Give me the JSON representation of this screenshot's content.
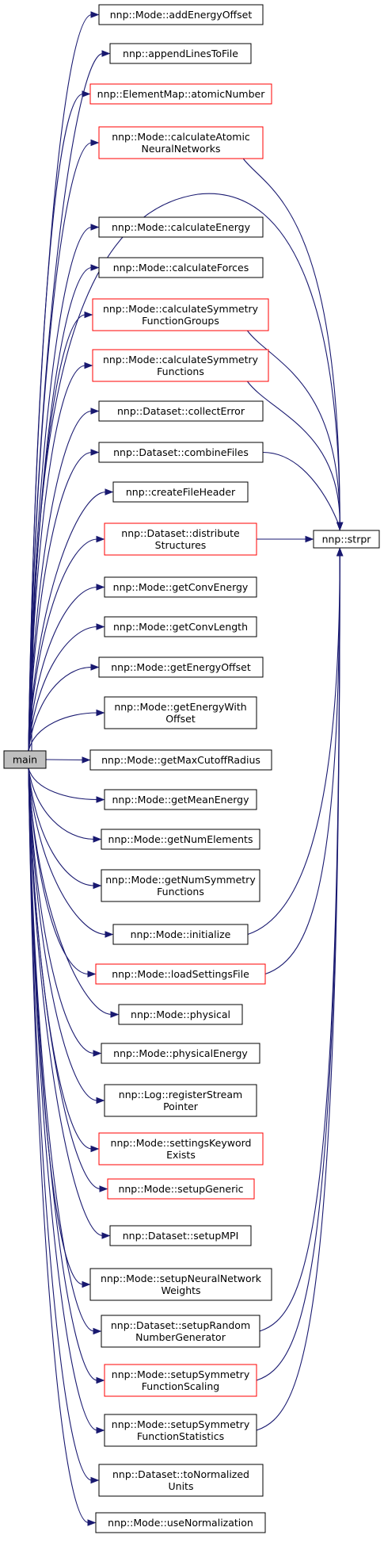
{
  "graph": {
    "root": {
      "id": "main",
      "lines": [
        "main"
      ]
    },
    "target": {
      "id": "strpr",
      "lines": [
        "nnp::strpr"
      ]
    },
    "nodes": [
      {
        "id": "addEnergyOffset",
        "lines": [
          "nnp::Mode::addEnergyOffset"
        ],
        "border": "black",
        "to_strpr": false
      },
      {
        "id": "appendLinesToFile",
        "lines": [
          "nnp::appendLinesToFile"
        ],
        "border": "black",
        "to_strpr": false
      },
      {
        "id": "atomicNumber",
        "lines": [
          "nnp::ElementMap::atomicNumber"
        ],
        "border": "red",
        "to_strpr": false
      },
      {
        "id": "calculateAtomicNeuralNetworks",
        "lines": [
          "nnp::Mode::calculateAtomic",
          "NeuralNetworks"
        ],
        "border": "red",
        "to_strpr": true
      },
      {
        "id": "calculateEnergy",
        "lines": [
          "nnp::Mode::calculateEnergy"
        ],
        "border": "black",
        "to_strpr": false
      },
      {
        "id": "calculateForces",
        "lines": [
          "nnp::Mode::calculateForces"
        ],
        "border": "black",
        "to_strpr": false
      },
      {
        "id": "calculateSymmetryFunctionGroups",
        "lines": [
          "nnp::Mode::calculateSymmetry",
          "FunctionGroups"
        ],
        "border": "red",
        "to_strpr": true
      },
      {
        "id": "calculateSymmetryFunctions",
        "lines": [
          "nnp::Mode::calculateSymmetry",
          "Functions"
        ],
        "border": "red",
        "to_strpr": true
      },
      {
        "id": "collectError",
        "lines": [
          "nnp::Dataset::collectError"
        ],
        "border": "black",
        "to_strpr": false
      },
      {
        "id": "combineFiles",
        "lines": [
          "nnp::Dataset::combineFiles"
        ],
        "border": "black",
        "to_strpr": true
      },
      {
        "id": "createFileHeader",
        "lines": [
          "nnp::createFileHeader"
        ],
        "border": "black",
        "to_strpr": false
      },
      {
        "id": "distributeStructures",
        "lines": [
          "nnp::Dataset::distribute",
          "Structures"
        ],
        "border": "red",
        "to_strpr": true
      },
      {
        "id": "getConvEnergy",
        "lines": [
          "nnp::Mode::getConvEnergy"
        ],
        "border": "black",
        "to_strpr": false
      },
      {
        "id": "getConvLength",
        "lines": [
          "nnp::Mode::getConvLength"
        ],
        "border": "black",
        "to_strpr": false
      },
      {
        "id": "getEnergyOffset",
        "lines": [
          "nnp::Mode::getEnergyOffset"
        ],
        "border": "black",
        "to_strpr": false
      },
      {
        "id": "getEnergyWithOffset",
        "lines": [
          "nnp::Mode::getEnergyWith",
          "Offset"
        ],
        "border": "black",
        "to_strpr": false
      },
      {
        "id": "getMaxCutoffRadius",
        "lines": [
          "nnp::Mode::getMaxCutoffRadius"
        ],
        "border": "black",
        "to_strpr": false
      },
      {
        "id": "getMeanEnergy",
        "lines": [
          "nnp::Mode::getMeanEnergy"
        ],
        "border": "black",
        "to_strpr": false
      },
      {
        "id": "getNumElements",
        "lines": [
          "nnp::Mode::getNumElements"
        ],
        "border": "black",
        "to_strpr": false
      },
      {
        "id": "getNumSymmetryFunctions",
        "lines": [
          "nnp::Mode::getNumSymmetry",
          "Functions"
        ],
        "border": "black",
        "to_strpr": false
      },
      {
        "id": "initialize",
        "lines": [
          "nnp::Mode::initialize"
        ],
        "border": "black",
        "to_strpr": true
      },
      {
        "id": "loadSettingsFile",
        "lines": [
          "nnp::Mode::loadSettingsFile"
        ],
        "border": "red",
        "to_strpr": true
      },
      {
        "id": "physical",
        "lines": [
          "nnp::Mode::physical"
        ],
        "border": "black",
        "to_strpr": false
      },
      {
        "id": "physicalEnergy",
        "lines": [
          "nnp::Mode::physicalEnergy"
        ],
        "border": "black",
        "to_strpr": false
      },
      {
        "id": "registerStreamPointer",
        "lines": [
          "nnp::Log::registerStream",
          "Pointer"
        ],
        "border": "black",
        "to_strpr": false
      },
      {
        "id": "settingsKeywordExists",
        "lines": [
          "nnp::Mode::settingsKeyword",
          "Exists"
        ],
        "border": "red",
        "to_strpr": false
      },
      {
        "id": "setupGeneric",
        "lines": [
          "nnp::Mode::setupGeneric"
        ],
        "border": "red",
        "to_strpr": false
      },
      {
        "id": "setupMPI",
        "lines": [
          "nnp::Dataset::setupMPI"
        ],
        "border": "black",
        "to_strpr": false
      },
      {
        "id": "setupNeuralNetworkWeights",
        "lines": [
          "nnp::Mode::setupNeuralNetwork",
          "Weights"
        ],
        "border": "black",
        "to_strpr": false
      },
      {
        "id": "setupRandomNumberGenerator",
        "lines": [
          "nnp::Dataset::setupRandom",
          "NumberGenerator"
        ],
        "border": "black",
        "to_strpr": true
      },
      {
        "id": "setupSymmetryFunctionScaling",
        "lines": [
          "nnp::Mode::setupSymmetry",
          "FunctionScaling"
        ],
        "border": "red",
        "to_strpr": true
      },
      {
        "id": "setupSymmetryFunctionStatistics",
        "lines": [
          "nnp::Mode::setupSymmetry",
          "FunctionStatistics"
        ],
        "border": "black",
        "to_strpr": true
      },
      {
        "id": "toNormalizedUnits",
        "lines": [
          "nnp::Dataset::toNormalized",
          "Units"
        ],
        "border": "black",
        "to_strpr": false
      },
      {
        "id": "useNormalization",
        "lines": [
          "nnp::Mode::useNormalization"
        ],
        "border": "black",
        "to_strpr": false
      }
    ],
    "direct_main_to_strpr": true
  },
  "colors": {
    "edge": "#191970",
    "root_fill": "#bfbfbf",
    "node_fill": "#ffffff",
    "border_black": "#000000",
    "border_red": "#ff0000"
  }
}
